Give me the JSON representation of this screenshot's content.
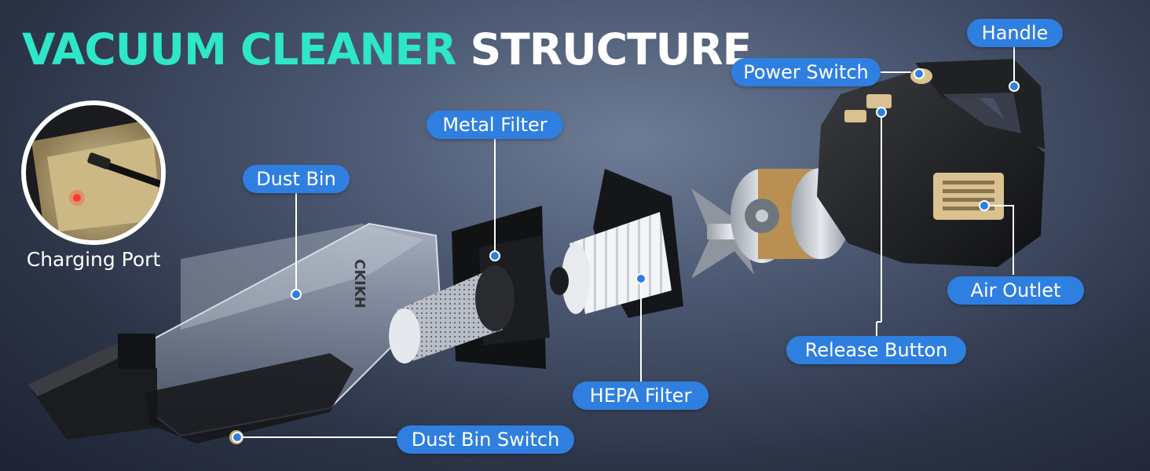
{
  "title": {
    "part1": "VACUUM CLEANER",
    "part2": "STRUCTURE"
  },
  "brand_mark": "CKIKH",
  "charging_port": {
    "label": "Charging Port"
  },
  "labels": {
    "metal_filter": "Metal Filter",
    "dust_bin": "Dust Bin",
    "power_switch": "Power Switch",
    "handle": "Handle",
    "air_outlet": "Air Outlet",
    "release_button": "Release Button",
    "hepa_filter": "HEPA Filter",
    "dust_bin_switch": "Dust Bin Switch"
  },
  "colors": {
    "title_accent": "#2ee6c8",
    "label_bg": "#2f7fe0",
    "gold_accent": "#d9c28f"
  }
}
